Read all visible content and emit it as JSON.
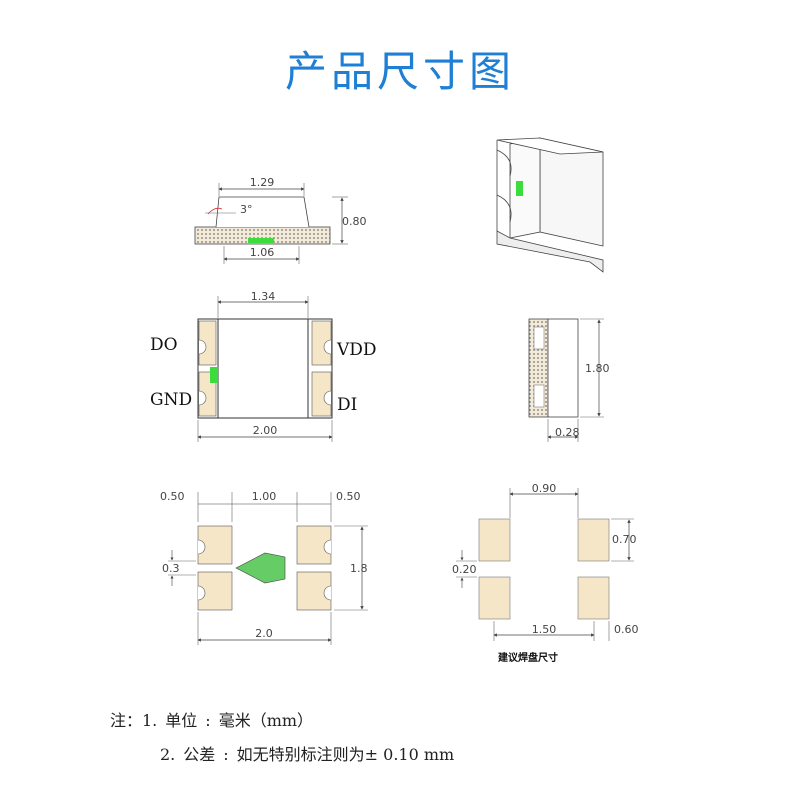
{
  "title": "产品尺寸图",
  "side_view": {
    "top_width": "1.29",
    "angle": "3°",
    "height": "0.80",
    "bottom_width": "1.06"
  },
  "top_view": {
    "width_top": "1.34",
    "width_bottom": "2.00",
    "pins": {
      "do": "DO",
      "gnd": "GND",
      "vdd": "VDD",
      "di": "DI"
    }
  },
  "end_view": {
    "height": "1.80",
    "thickness": "0.28"
  },
  "bottom_view": {
    "pad_w_left": "0.50",
    "gap": "1.00",
    "pad_w_right": "0.50",
    "notch": "0.3",
    "height": "1.8",
    "width": "2.0"
  },
  "pad_layout": {
    "span": "0.90",
    "pad_h": "0.70",
    "gap_v": "0.20",
    "center": "1.50",
    "pad_w": "0.60",
    "caption": "建议焊盘尺寸"
  },
  "notes": {
    "line1": {
      "label": "注：1.",
      "key": "单位",
      "sep": ":",
      "value": "毫米（mm）"
    },
    "line2": {
      "label": "2.",
      "key": "公差",
      "sep": ":",
      "value": "如无特别标注则为± 0.10 mm"
    }
  },
  "colors": {
    "title": "#1f7fd4",
    "pad": "#f5e6c8",
    "led_green": "#3ddc3d",
    "outline": "#333333"
  }
}
